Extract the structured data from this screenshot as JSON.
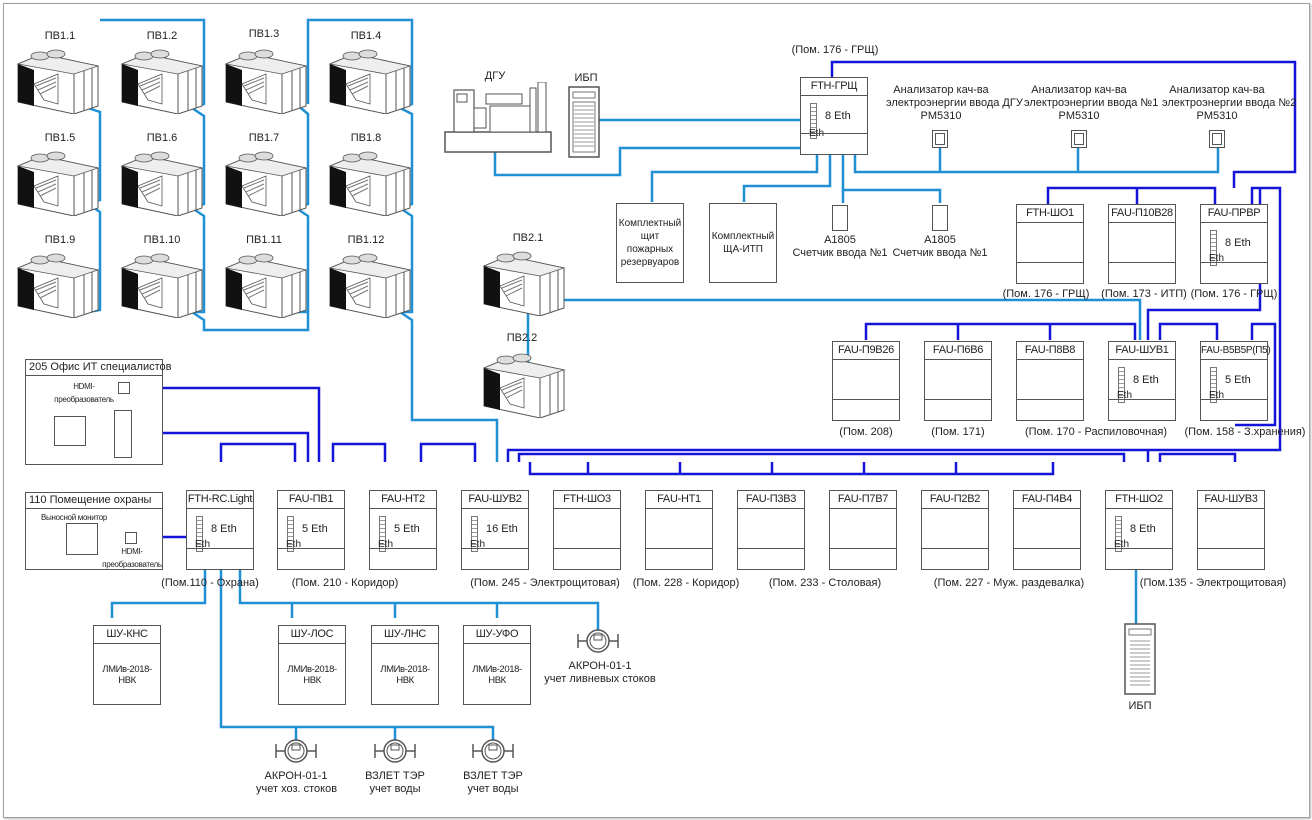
{
  "colors": {
    "network_lightblue": "#1f8fd6",
    "network_darkblue": "#1414d8",
    "outline": "#555555"
  },
  "ventilation_units": {
    "pv1": [
      "ПВ1.1",
      "ПВ1.2",
      "ПВ1.3",
      "ПВ1.4",
      "ПВ1.5",
      "ПВ1.6",
      "ПВ1.7",
      "ПВ1.8",
      "ПВ1.9",
      "ПВ1.10",
      "ПВ1.11",
      "ПВ1.12"
    ],
    "pv2": [
      "ПВ2.1",
      "ПВ2.2"
    ]
  },
  "power": {
    "dgu": "ДГУ",
    "ups_top": "ИБП",
    "ups_bottom": "ИБП"
  },
  "grsch": {
    "room": "(Пом. 176  - ГРЩ)",
    "name": "FTH-ГРЩ",
    "ports": "8 Eth",
    "eth": "Eth"
  },
  "analyzers": [
    {
      "line1": "Анализатор кач-ва",
      "line2": "электроэнергии ввода ДГУ",
      "model": "PM5310"
    },
    {
      "line1": "Анализатор кач-ва",
      "line2": "электроэнергии ввода №1",
      "model": "PM5310"
    },
    {
      "line1": "Анализатор кач-ва",
      "line2": "электроэнергии ввода №2",
      "model": "PM5310"
    }
  ],
  "panels": {
    "fire": [
      "Комплектный",
      "щит пожарных",
      "резервуаров"
    ],
    "itp": [
      "Комплектный",
      "ЩА-ИТП"
    ]
  },
  "meters_a1805": [
    {
      "model": "A1805",
      "label": "Счетчик ввода №1"
    },
    {
      "model": "A1805",
      "label": "Счетчик ввода №1"
    }
  ],
  "row1_boxes": [
    {
      "name": "FTH-ШО1",
      "room": "(Пом. 176 - ГРЩ)"
    },
    {
      "name": "FAU-П10В28",
      "room": "(Пом. 173 - ИТП)"
    },
    {
      "name": "FAU-ПРВР",
      "room": "(Пом. 176 - ГРЩ)",
      "ports": "8 Eth",
      "eth": "Eth"
    }
  ],
  "row2_boxes": [
    {
      "name": "FAU-П9В26",
      "room": "(Пом. 208)"
    },
    {
      "name": "FAU-П6В6",
      "room": "(Пом. 171)"
    },
    {
      "name": "FAU-П8В8",
      "room": "(Пом. 170 - Распиловочная)"
    },
    {
      "name": "FAU-ШУВ1",
      "ports": "8 Eth",
      "eth": "Eth"
    },
    {
      "name": "FAU-В5В5Р(П5)",
      "room": "(Пом. 158 - З.хранения)",
      "ports": "5 Eth",
      "eth": "Eth"
    }
  ],
  "row3_boxes": [
    {
      "name": "FTH-RC.Light",
      "room": "(Пом.110 - Охрана)",
      "ports": "8 Eth",
      "eth": "Eth"
    },
    {
      "name": "FAU-ПВ1",
      "room": "(Пом. 210  -  Коридор)",
      "ports": "5 Eth",
      "eth": "Eth"
    },
    {
      "name": "FAU-НТ2",
      "ports": "5 Eth",
      "eth": "Eth"
    },
    {
      "name": "FAU-ШУВ2",
      "room": "(Пом. 245 - Электрощитовая)",
      "ports": "16 Eth",
      "eth": "Eth"
    },
    {
      "name": "FTH-ШО3",
      "room": "(Пом. 228 - Коридор)"
    },
    {
      "name": "FAU-НТ1"
    },
    {
      "name": "FAU-П3В3",
      "room": "(Пом. 233  -  Столовая)"
    },
    {
      "name": "FAU-П7В7"
    },
    {
      "name": "FAU-П2В2",
      "room": "(Пом. 227 - Муж. раздевалка)"
    },
    {
      "name": "FAU-П4В4"
    },
    {
      "name": "FTH-ШО2",
      "room": "(Пом.135 -  Электрощитовая)",
      "ports": "8 Eth",
      "eth": "Eth"
    },
    {
      "name": "FAU-ШУВ3"
    }
  ],
  "rooms": {
    "it_office": {
      "title": "205 Офис ИТ специалистов",
      "hdmi": [
        "HDMI-",
        "преобразователь"
      ]
    },
    "security": {
      "title": "110 Помещение охраны",
      "monitor": "Выносной монитор",
      "hdmi": [
        "HDMI-",
        "преобразователь"
      ]
    }
  },
  "control_cabinets": [
    {
      "name": "ШУ-КНС",
      "model": "ЛМИв-2018-НВК"
    },
    {
      "name": "ШУ-ЛОС",
      "model": "ЛМИв-2018-НВК"
    },
    {
      "name": "ШУ-ЛНС",
      "model": "ЛМИв-2018-НВК"
    },
    {
      "name": "ШУ-УФО",
      "model": "ЛМИв-2018-НВК"
    }
  ],
  "flow_meters": [
    {
      "model": "АКРОН-01-1",
      "label": "учет ливневых стоков"
    },
    {
      "model": "АКРОН-01-1",
      "label": "учет хоз. стоков"
    },
    {
      "model": "ВЗЛЕТ ТЭР",
      "label": "учет воды"
    },
    {
      "model": "ВЗЛЕТ ТЭР",
      "label": "учет воды"
    }
  ]
}
